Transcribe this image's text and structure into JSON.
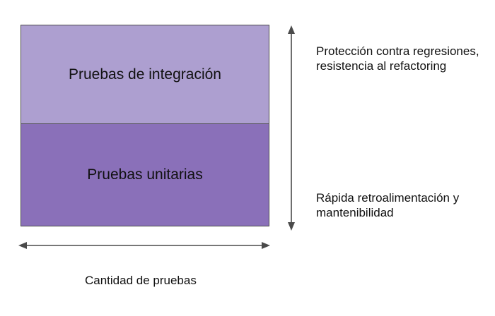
{
  "colors": {
    "integration_fill": "#ad9fd0",
    "unit_fill": "#8a70b9",
    "border": "#4a4a4a",
    "arrow": "#4a4a4a"
  },
  "blocks": {
    "integration": "Pruebas de integración",
    "unit": "Pruebas unitarias"
  },
  "vertical_axis": {
    "top_label": "Protección contra regresiones, resistencia al refactoring",
    "bottom_label": "Rápida retroalimentación y mantenibilidad"
  },
  "horizontal_axis": {
    "label": "Cantidad de pruebas"
  }
}
